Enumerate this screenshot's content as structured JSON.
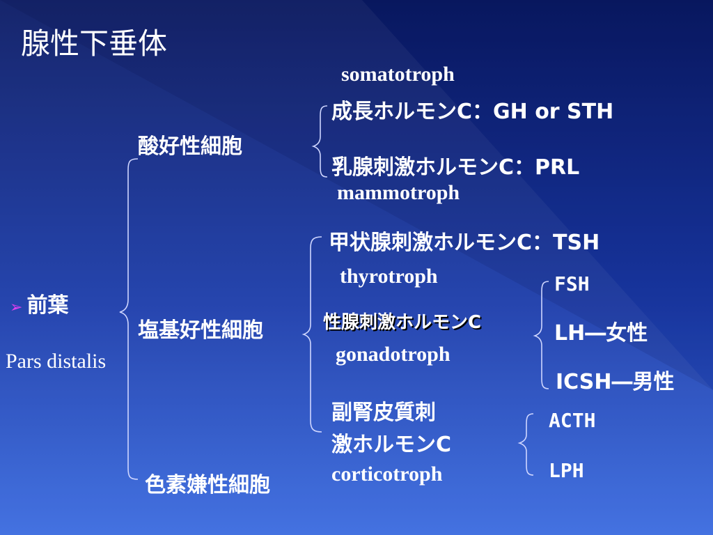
{
  "slide": {
    "title": "腺性下垂体",
    "left": {
      "bullet_icon": "arrow-bullet-icon",
      "label": "前葉",
      "latin": "Pars distalis"
    },
    "acidophil": {
      "label": "酸好性細胞",
      "items": [
        {
          "en": "somatotroph",
          "hormone": "成長ホルモンC：GH or STH"
        },
        {
          "hormone": "乳腺刺激ホルモンC：PRL",
          "en": "mammotroph"
        }
      ]
    },
    "basophil": {
      "label": "塩基好性細胞",
      "tsh": {
        "hormone": "甲状腺刺激ホルモンC：TSH",
        "en": "thyrotroph"
      },
      "gonad": {
        "hormone": "性腺刺激ホルモンC",
        "en": "gonadotroph",
        "sub": [
          "FSH",
          "LH―女性",
          "ICSH―男性"
        ]
      },
      "acth": {
        "hormone_line1": "副腎皮質刺",
        "hormone_line2": "激ホルモンC",
        "en": "corticotroph",
        "sub": [
          "ACTH",
          "LPH"
        ]
      }
    },
    "chromophobe": {
      "label": "色素嫌性細胞"
    }
  },
  "colors": {
    "bg_dark": "#0a1a64",
    "bg_light": "#3a6be0",
    "text": "#ffffff",
    "bullet": "#e040f0"
  }
}
